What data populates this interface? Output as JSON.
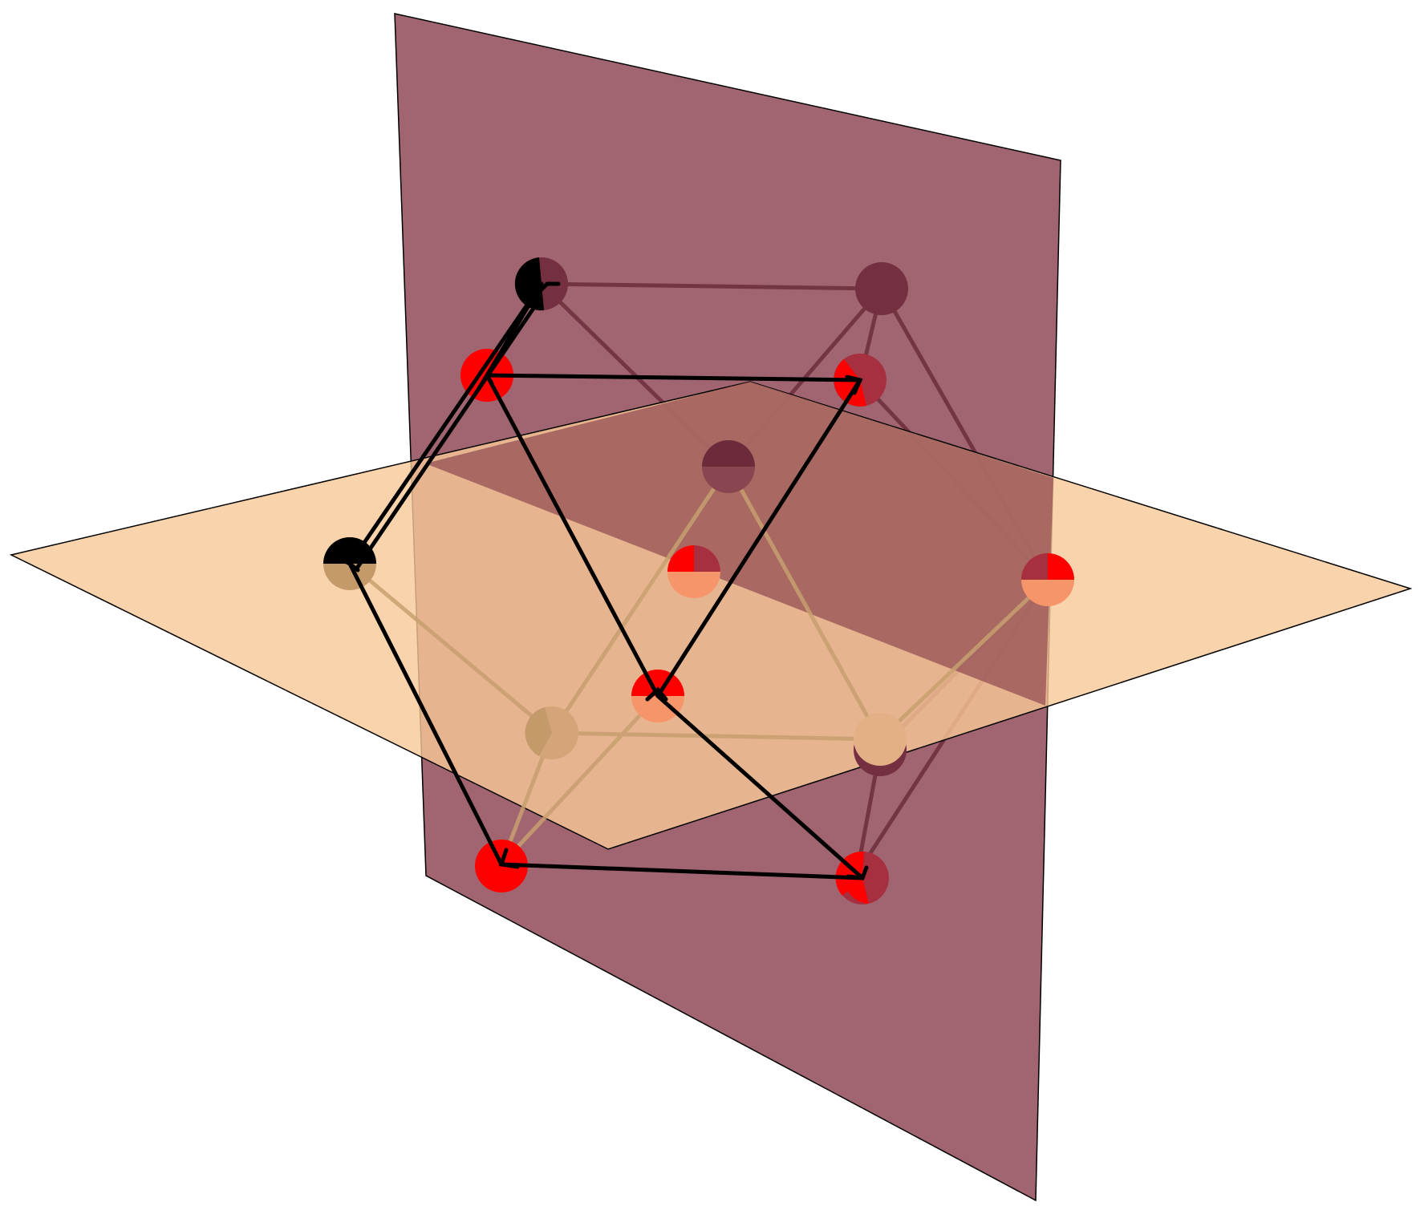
{
  "colors": {
    "background": "#ffffff",
    "vertical_plane_fill": "#a06570",
    "horizontal_plane_fill": "#f7c896",
    "overlap_fill": "#9e5a5a",
    "vertex_red": "#ff0000",
    "vertex_dark": "#742f40",
    "vertex_black": "#000000",
    "vertex_tan": "#c59a6a",
    "vertex_salmon": "#f7956a",
    "vertex_lightpeach": "#e3b085",
    "edge_front": "#000000",
    "edge_back_dark": "#70303f",
    "edge_back_tan": "#c8a070"
  },
  "diagram": {
    "planes": [
      "vertical-plane",
      "horizontal-plane"
    ],
    "vertex_count": 12,
    "highlighted_path": "closed-black-polygon"
  }
}
